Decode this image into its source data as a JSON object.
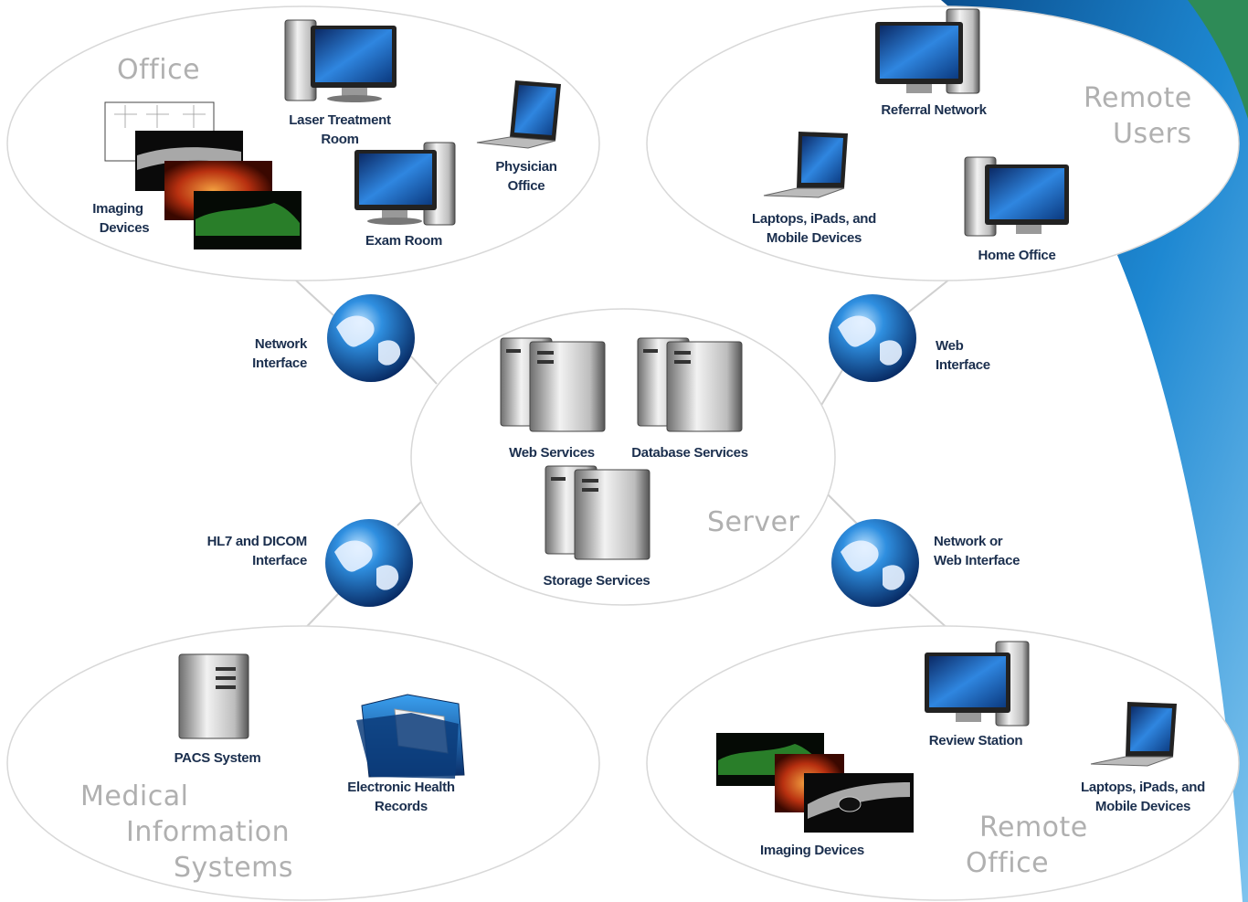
{
  "groups": {
    "office": "Office",
    "remote_users_1": "Remote",
    "remote_users_2": "Users",
    "server": "Server",
    "medical_1": "Medical",
    "medical_2": "Information",
    "medical_3": "Systems",
    "remote_office_1": "Remote",
    "remote_office_2": "Office"
  },
  "devices": {
    "laser_1": "Laser Treatment",
    "laser_2": "Room",
    "physician_1": "Physician",
    "physician_2": "Office",
    "imaging_office_1": "Imaging",
    "imaging_office_2": "Devices",
    "exam_room": "Exam Room",
    "referral": "Referral Network",
    "laptops_remote_1": "Laptops, iPads, and",
    "laptops_remote_2": "Mobile Devices",
    "home_office": "Home Office",
    "web_services": "Web Services",
    "database_services": "Database Services",
    "storage_services": "Storage Services",
    "pacs": "PACS System",
    "ehr_1": "Electronic Health",
    "ehr_2": "Records",
    "review_station": "Review Station",
    "laptops_ro_1": "Laptops, iPads, and",
    "laptops_ro_2": "Mobile Devices",
    "imaging_ro": "Imaging Devices"
  },
  "interfaces": {
    "network_1": "Network",
    "network_2": "Interface",
    "web_1": "Web",
    "web_2": "Interface",
    "hl7_1": "HL7 and DICOM",
    "hl7_2": "Interface",
    "netweb_1": "Network or",
    "netweb_2": "Web Interface"
  },
  "colors": {
    "label_text": "#1b2f4e",
    "group_title": "#b0b0b0",
    "ellipse_stroke": "#d8d8d8",
    "accent_blue": "#1e78c8",
    "accent_green": "#2e8b57"
  }
}
